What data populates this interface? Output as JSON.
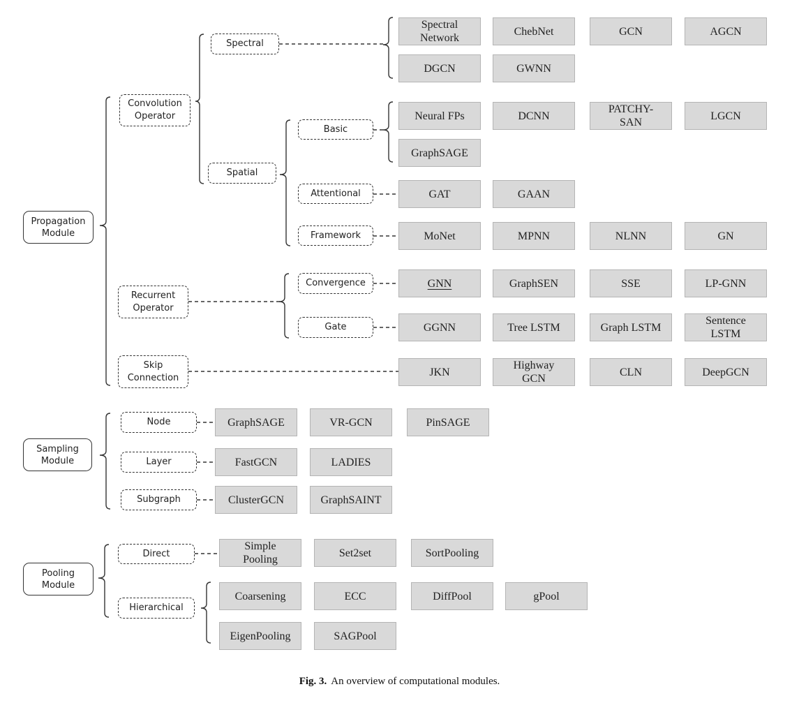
{
  "modules": {
    "propagation": "Propagation\nModule",
    "sampling": "Sampling\nModule",
    "pooling": "Pooling\nModule"
  },
  "categories": {
    "convolution": "Convolution\nOperator",
    "spectral": "Spectral",
    "spatial": "Spatial",
    "basic": "Basic",
    "attentional": "Attentional",
    "framework": "Framework",
    "recurrent": "Recurrent\nOperator",
    "convergence": "Convergence",
    "gate": "Gate",
    "skip": "Skip\nConnection",
    "node": "Node",
    "layer": "Layer",
    "subgraph": "Subgraph",
    "direct": "Direct",
    "hierarchical": "Hierarchical"
  },
  "methods": {
    "spectral": [
      "Spectral\nNetwork",
      "ChebNet",
      "GCN",
      "AGCN",
      "DGCN",
      "GWNN"
    ],
    "basic": [
      "Neural FPs",
      "DCNN",
      "PATCHY-\nSAN",
      "LGCN",
      "GraphSAGE"
    ],
    "attentional": [
      "GAT",
      "GAAN"
    ],
    "framework": [
      "MoNet",
      "MPNN",
      "NLNN",
      "GN"
    ],
    "convergence": [
      "GNN",
      "GraphSEN",
      "SSE",
      "LP-GNN"
    ],
    "gate": [
      "GGNN",
      "Tree LSTM",
      "Graph LSTM",
      "Sentence\nLSTM"
    ],
    "skip": [
      "JKN",
      "Highway\nGCN",
      "CLN",
      "DeepGCN"
    ],
    "node": [
      "GraphSAGE",
      "VR-GCN",
      "PinSAGE"
    ],
    "layer": [
      "FastGCN",
      "LADIES"
    ],
    "subgraph": [
      "ClusterGCN",
      "GraphSAINT"
    ],
    "direct": [
      "Simple\nPooling",
      "Set2set",
      "SortPooling"
    ],
    "hierarchical": [
      "Coarsening",
      "ECC",
      "DiffPool",
      "gPool",
      "EigenPooling",
      "SAGPool"
    ]
  },
  "caption": {
    "label": "Fig. 3.",
    "text": "An overview of computational modules."
  }
}
